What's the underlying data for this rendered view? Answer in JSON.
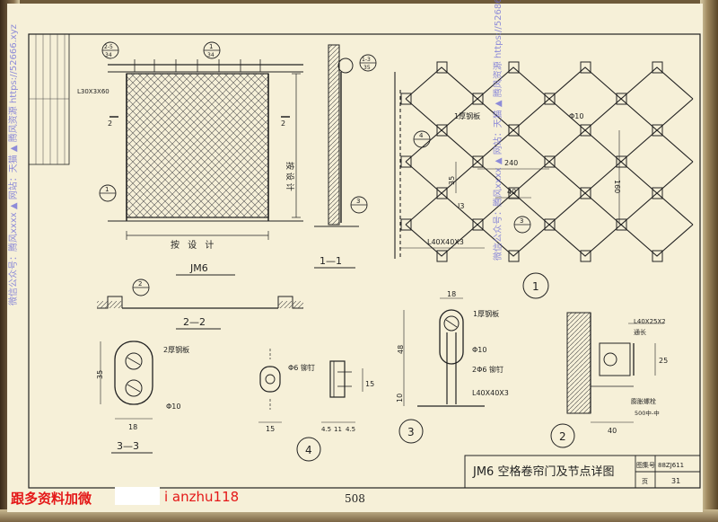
{
  "sheet": {
    "title": "JM6 空格卷帘门及节点详图",
    "atlas_label": "图集号",
    "atlas_number": "88ZJ611",
    "page_label": "页",
    "page_number": "31",
    "book_page": "508"
  },
  "detail_labels": {
    "jm6": "JM6",
    "sec_1_1": "1—1",
    "sec_2_2": "2—2",
    "sec_3_3": "3—3",
    "d1": "1",
    "d2": "2",
    "d3": "3",
    "d4": "4"
  },
  "callouts": {
    "ref_2_35": [
      "2-5",
      "34"
    ],
    "ref_1_34": [
      "1",
      "34"
    ],
    "ref_1_3_35": [
      "1-3",
      "35"
    ],
    "ref_1": "1",
    "ref_2": "2",
    "ref_3": "3",
    "ref_4": "4",
    "ref_3_big": "3"
  },
  "annotations": {
    "angle_top": "L30X3X60",
    "design_w": "按 设 计",
    "design_h": "按 设 计",
    "steel_plate_1": "1厚钢板",
    "phi10_a": "Φ10",
    "dim_240": "240",
    "dim_160": "160",
    "dim_35": "35",
    "dim_40": "40",
    "angle_grid": "L40X40X3",
    "steel_plate_2": "2厚钢板",
    "phi10_b": "Φ10",
    "dim_35b": "35",
    "dim_18": "18",
    "phi6_rivet": "Φ6 铆钉",
    "dim_15a": "15",
    "dim_15b": "15",
    "dim_45": "4.5",
    "dim_11": "11",
    "dim_45b": "4.5",
    "steel_plate_3": "1厚钢板",
    "phi10_c": "Φ10",
    "rivet_2": "2Φ6 铆钉",
    "angle_3": "L40X40X3",
    "dim_18b": "18",
    "dim_48": "48",
    "dim_10": "10",
    "angle_4": "L40X25X2",
    "through_len": "通长",
    "dim_25": "25",
    "bolt": "膨胀螺栓",
    "bolt_spacing": "500中-中",
    "dim_40b": "40"
  },
  "watermark": {
    "left": "微信公众号：腾风xxxx ▲ 网站：天猫 ▲ 腾风资源 https://52666.xyz",
    "center": "微信公众号：腾风xxxx ▲ 网站：天猫 ▲ 腾风资源 https://52686.xyz",
    "bottom_red": "跟多资料加微",
    "bottom_id": "i anzhu118"
  }
}
